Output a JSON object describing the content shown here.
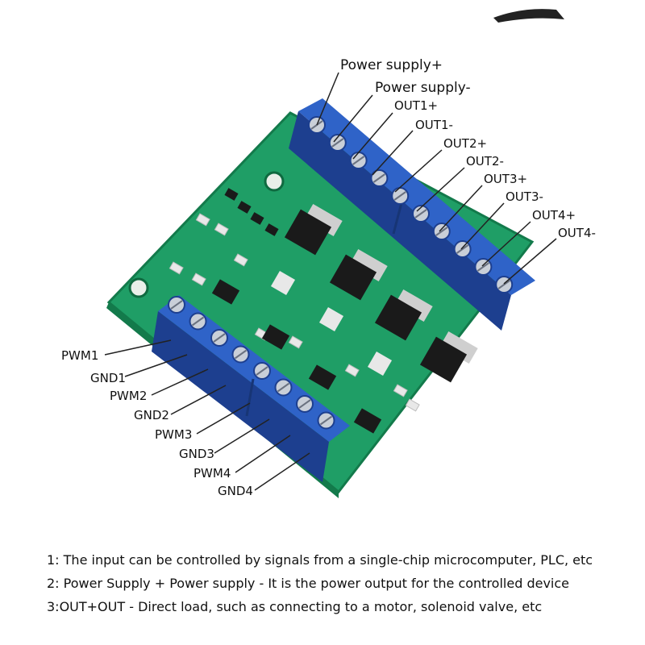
{
  "top_labels": [
    "Power supply+",
    "Power supply-",
    "OUT1+",
    "OUT1-",
    "OUT2+",
    "OUT2-",
    "OUT3+",
    "OUT3-",
    "OUT4+",
    "OUT4-"
  ],
  "left_labels": [
    "PWM1",
    "GND1",
    "PWM2",
    "GND2",
    "PWM3",
    "GND3",
    "PWM4",
    "GND4"
  ],
  "notes": [
    "1: The input can be controlled by signals from a single-chip microcomputer, PLC, etc",
    "2: Power Supply + Power supply - It is the power output for the controlled device",
    "3:OUT+OUT - Direct load, such as connecting to a motor, solenoid valve, etc"
  ],
  "colors": {
    "pcb": "#1f9e66",
    "pcb_edge": "#137a4b",
    "terminal": "#2f63c8",
    "terminal_dark": "#1d3f8f",
    "chip": "#1a1a1a"
  }
}
